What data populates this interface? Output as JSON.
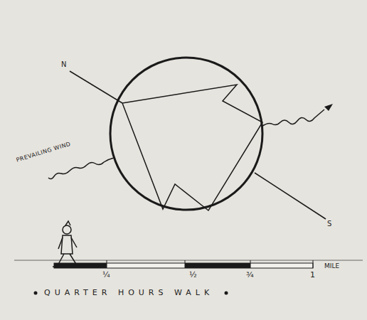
{
  "diagram": {
    "labels": [
      "N",
      "S",
      "PREVAILING WIND",
      "¼",
      "½",
      "¾",
      "1",
      "MILE",
      "QUARTER HOURS WALK"
    ]
  }
}
